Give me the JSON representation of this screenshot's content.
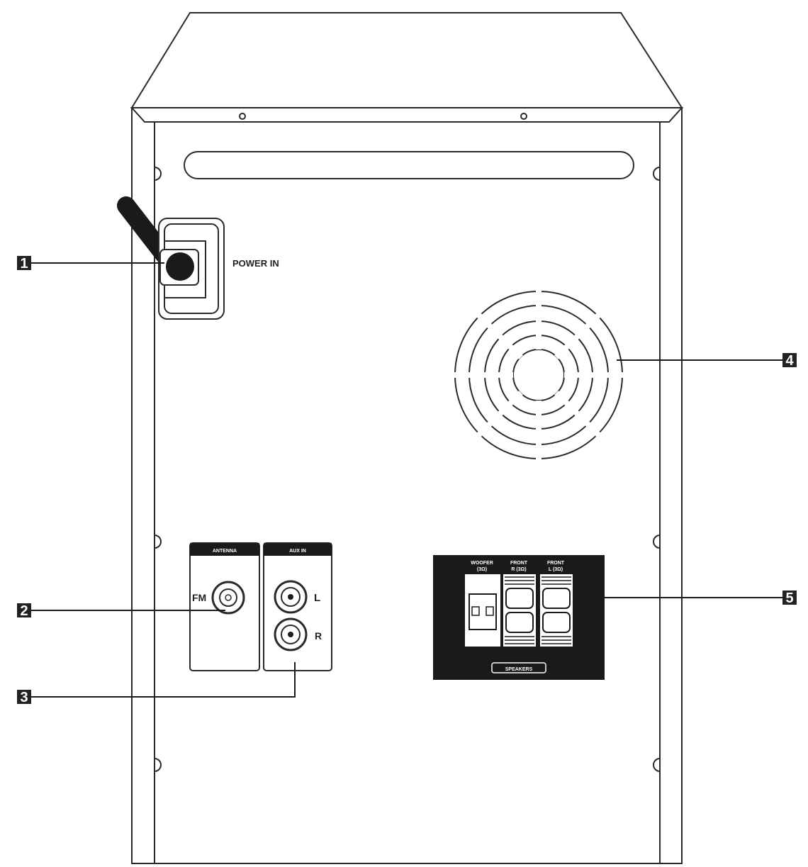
{
  "labels": {
    "power_in": "POWER IN",
    "antenna": "ANTENNA",
    "fm": "FM",
    "aux_in": "AUX IN",
    "left": "L",
    "right": "R",
    "woofer": "WOOFER",
    "woofer_imp": "(3Ω)",
    "front_r": "FRONT",
    "front_r_sub": "R (3Ω)",
    "front_l": "FRONT",
    "front_l_sub": "L (3Ω)",
    "speakers": "SPEAKERS"
  },
  "callouts": [
    {
      "number": "1",
      "target": "power-in-socket"
    },
    {
      "number": "2",
      "target": "fm-antenna-jack"
    },
    {
      "number": "3",
      "target": "aux-in-jacks"
    },
    {
      "number": "4",
      "target": "cooling-fan-vent"
    },
    {
      "number": "5",
      "target": "speaker-terminals"
    }
  ],
  "colors": {
    "line": "#2a2a2a",
    "panel_dark": "#1a1a1a",
    "callout_box": "#222222"
  }
}
